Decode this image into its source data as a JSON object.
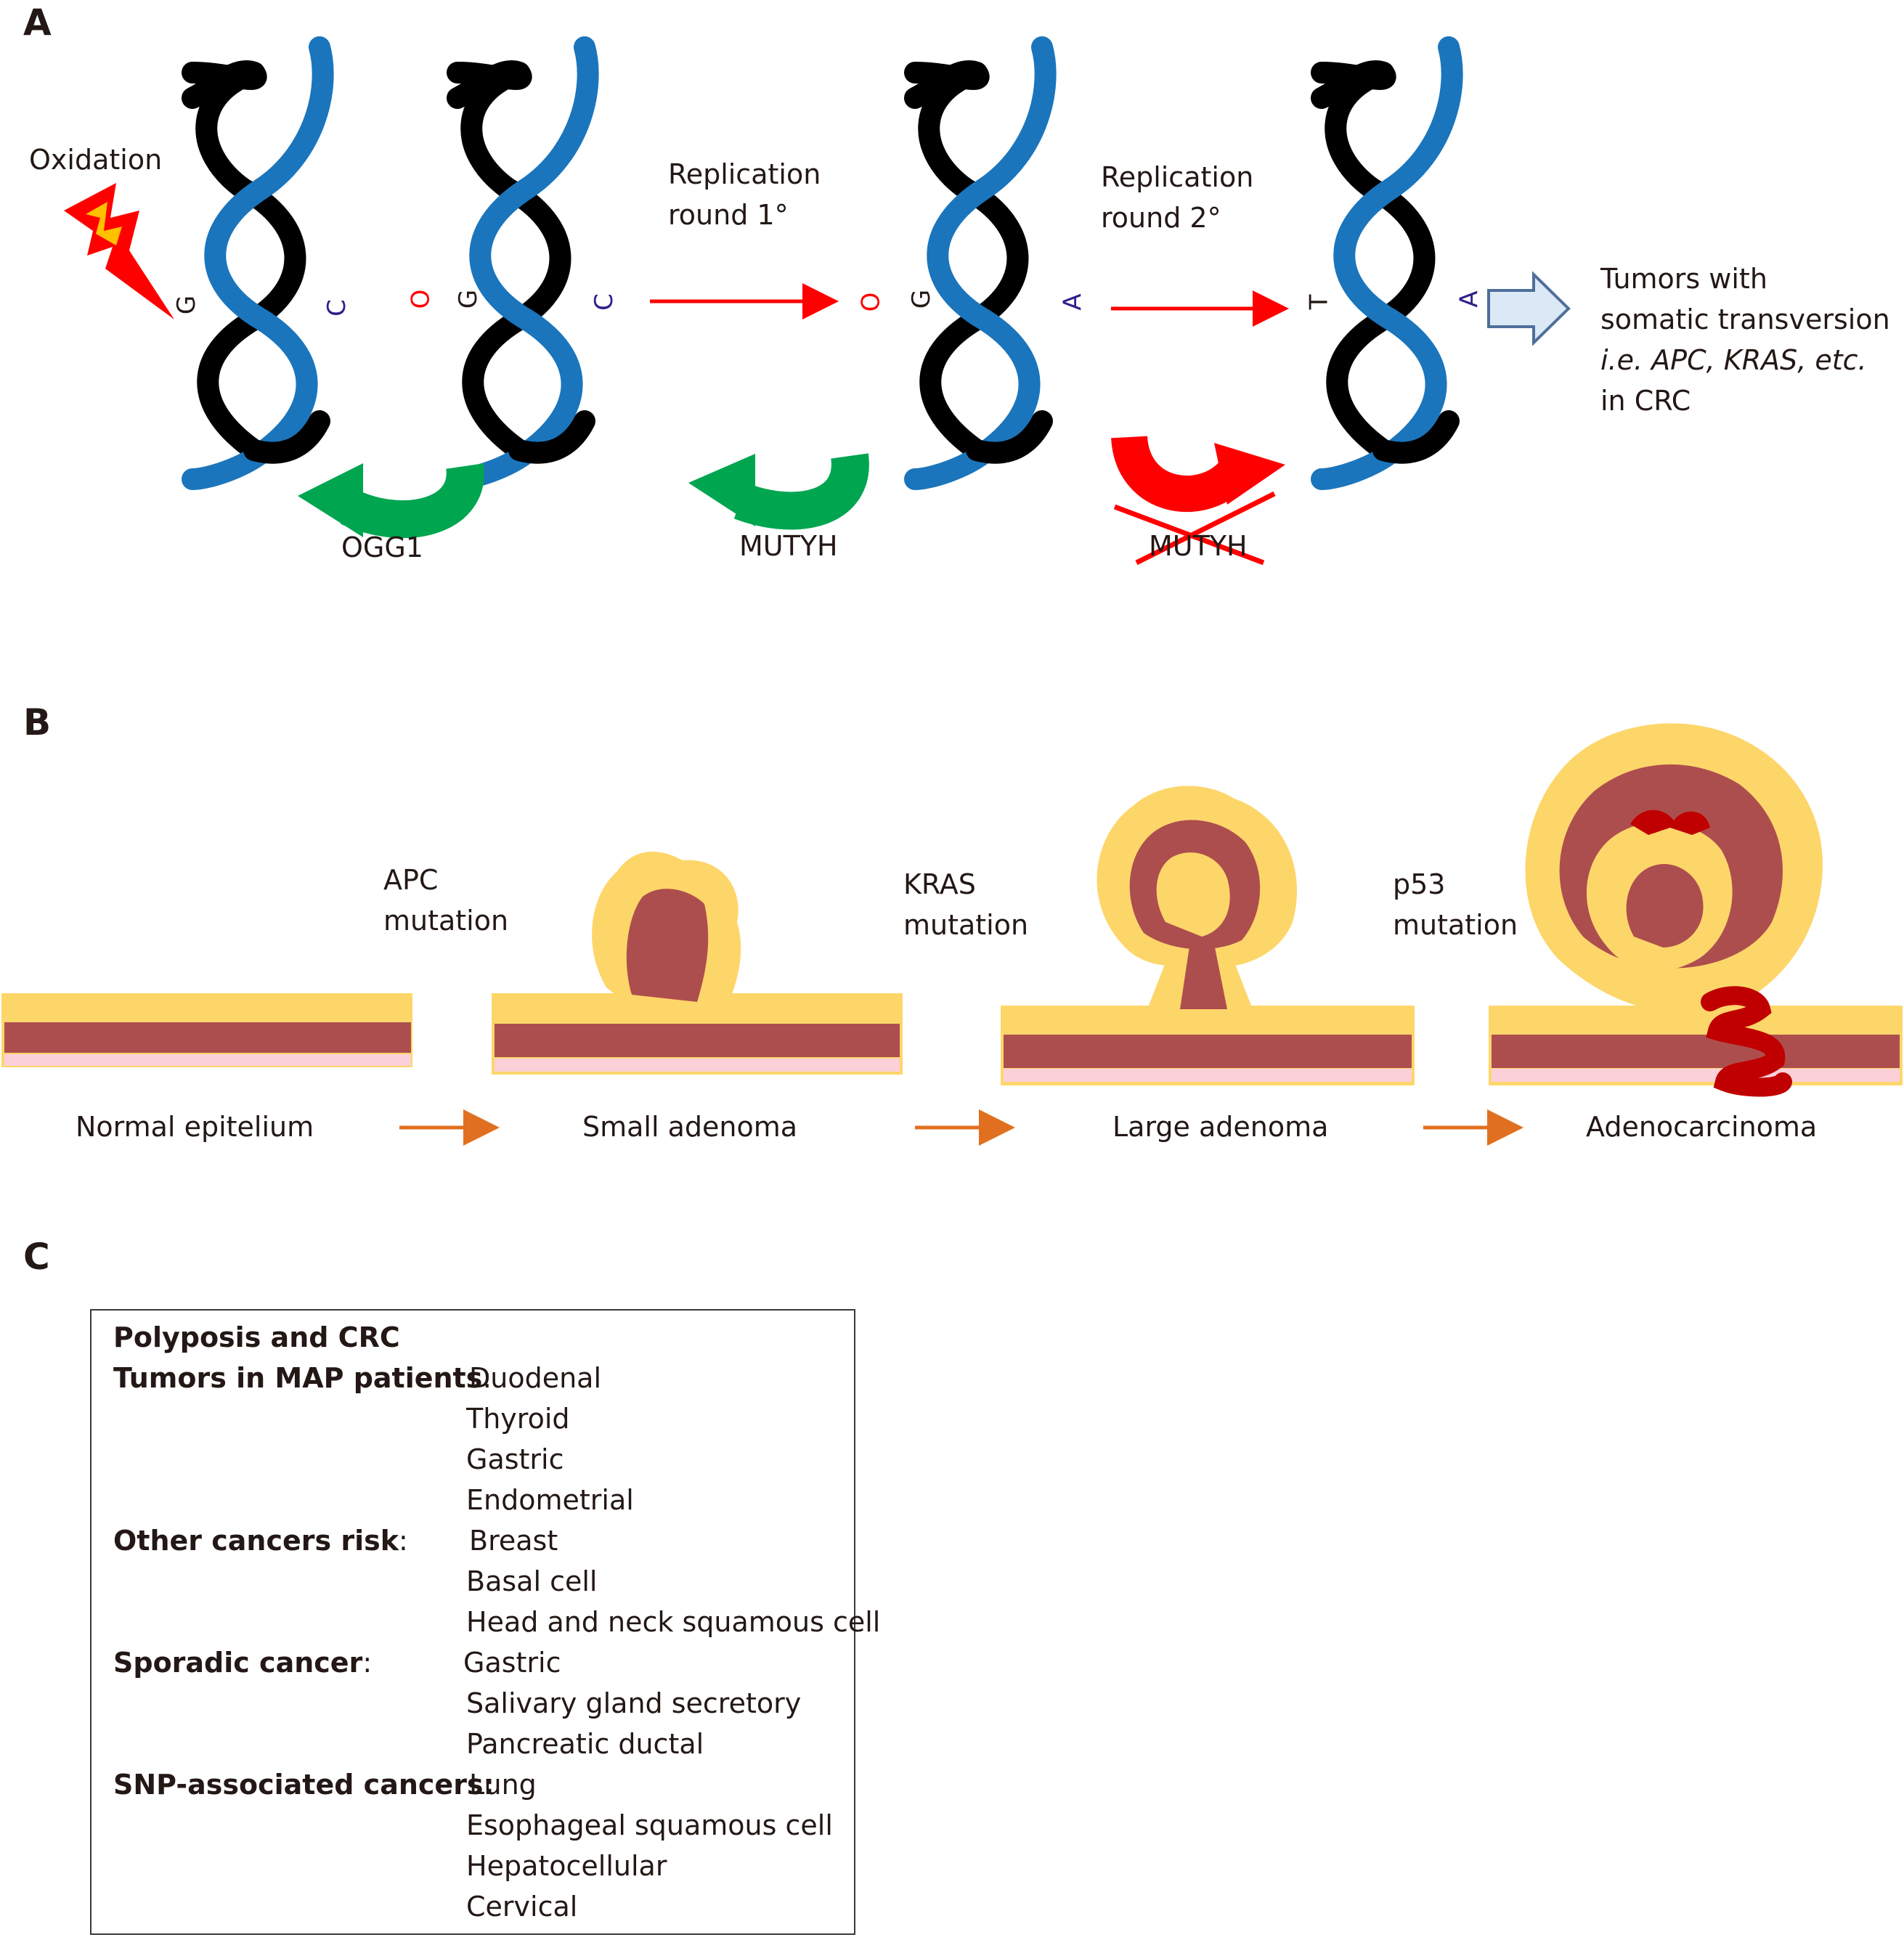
{
  "panels": {
    "a": "A",
    "b": "B",
    "c": "C"
  },
  "panelA": {
    "oxidation": "Oxidation",
    "replication1": [
      "Replication",
      "round 1°"
    ],
    "replication2": [
      "Replication",
      "round 2°"
    ],
    "bases": {
      "h1_left": "G",
      "h1_right": "C",
      "h2_left_top": "O",
      "h2_left": "G",
      "h2_right": "C",
      "h3_left_top": "O",
      "h3_left": "G",
      "h3_right": "A",
      "h4_left": "T",
      "h4_right": "A"
    },
    "enzymes": {
      "ogg1": "OGG1",
      "mutyh": "MUTYH",
      "mutyh_crossed": "MUTYH"
    },
    "outcome": {
      "line1": "Tumors with",
      "line2": "somatic transversion",
      "line3": "i.e. APC, KRAS, etc.",
      "line4": "in CRC"
    },
    "colors": {
      "strand_blue": "#1a75bc",
      "strand_black": "#000000",
      "red": "#ff0000",
      "green": "#00a550"
    }
  },
  "panelB": {
    "mutations": {
      "apc": [
        "APC",
        "mutation"
      ],
      "kras": [
        "KRAS",
        "mutation"
      ],
      "p53": [
        "p53",
        "mutation"
      ]
    },
    "stages": [
      "Normal epitelium",
      "Small adenoma",
      "Large adenoma",
      "Adenocarcinoma"
    ],
    "colors": {
      "epithelium": "#fdd66a",
      "tissue": "#ad4e4e",
      "sub": "#fbd0d8",
      "arrow": "#e0701f",
      "invasion": "#c00000"
    }
  },
  "panelC": {
    "title": "Polyposis and CRC",
    "sections": [
      {
        "heading": "Tumors in MAP patients",
        "sep": ":",
        "items": [
          "Duodenal",
          "Thyroid",
          "Gastric",
          "Endometrial"
        ]
      },
      {
        "heading": "Other cancers risk",
        "sep": ":",
        "items": [
          "Breast",
          "Basal cell",
          "Head and neck squamous cell"
        ]
      },
      {
        "heading": "Sporadic cancer",
        "sep": ":",
        "items": [
          "Gastric",
          "Salivary gland secretory",
          "Pancreatic ductal"
        ]
      },
      {
        "heading": "SNP-associated cancers:",
        "sep": "",
        "items": [
          "Lung",
          "Esophageal squamous cell",
          "Hepatocellular",
          "Cervical"
        ]
      }
    ]
  }
}
